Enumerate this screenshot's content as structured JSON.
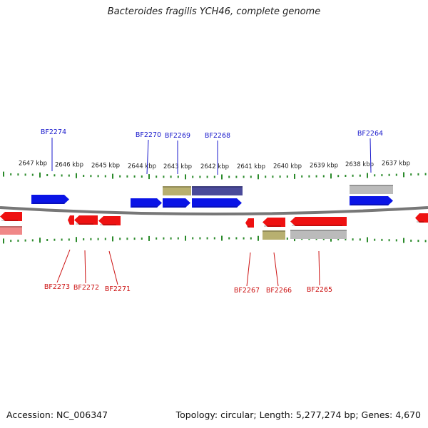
{
  "title": "Bacteroides fragilis YCH46, complete genome",
  "footer": {
    "accession": "Accession: NC_006347",
    "summary": "Topology: circular; Length: 5,277,274 bp; Genes: 4,670"
  },
  "scale_labels": [
    "2647 kbp",
    "2646 kbp",
    "2645 kbp",
    "2644 kbp",
    "2643 kbp",
    "2642 kbp",
    "2641 kbp",
    "2640 kbp",
    "2639 kbp",
    "2638 kbp",
    "2637 kbp"
  ],
  "genes_top": [
    "BF2274",
    "BF2270",
    "BF2269",
    "BF2268",
    "BF2264"
  ],
  "genes_bottom": [
    "BF2273",
    "BF2272",
    "BF2271",
    "BF2267",
    "BF2266",
    "BF2265"
  ],
  "colors": {
    "forward_strand": "#0a14e6",
    "reverse_strand": "#ee1111",
    "other_feature": "#b8b070",
    "navy_feature": "#4a4a9a",
    "gray_feature": "#bbbbbb",
    "tick": "#2a8a2a",
    "backbone": "#777777",
    "top_label": "#1a1acc",
    "bottom_label": "#cc1111"
  }
}
